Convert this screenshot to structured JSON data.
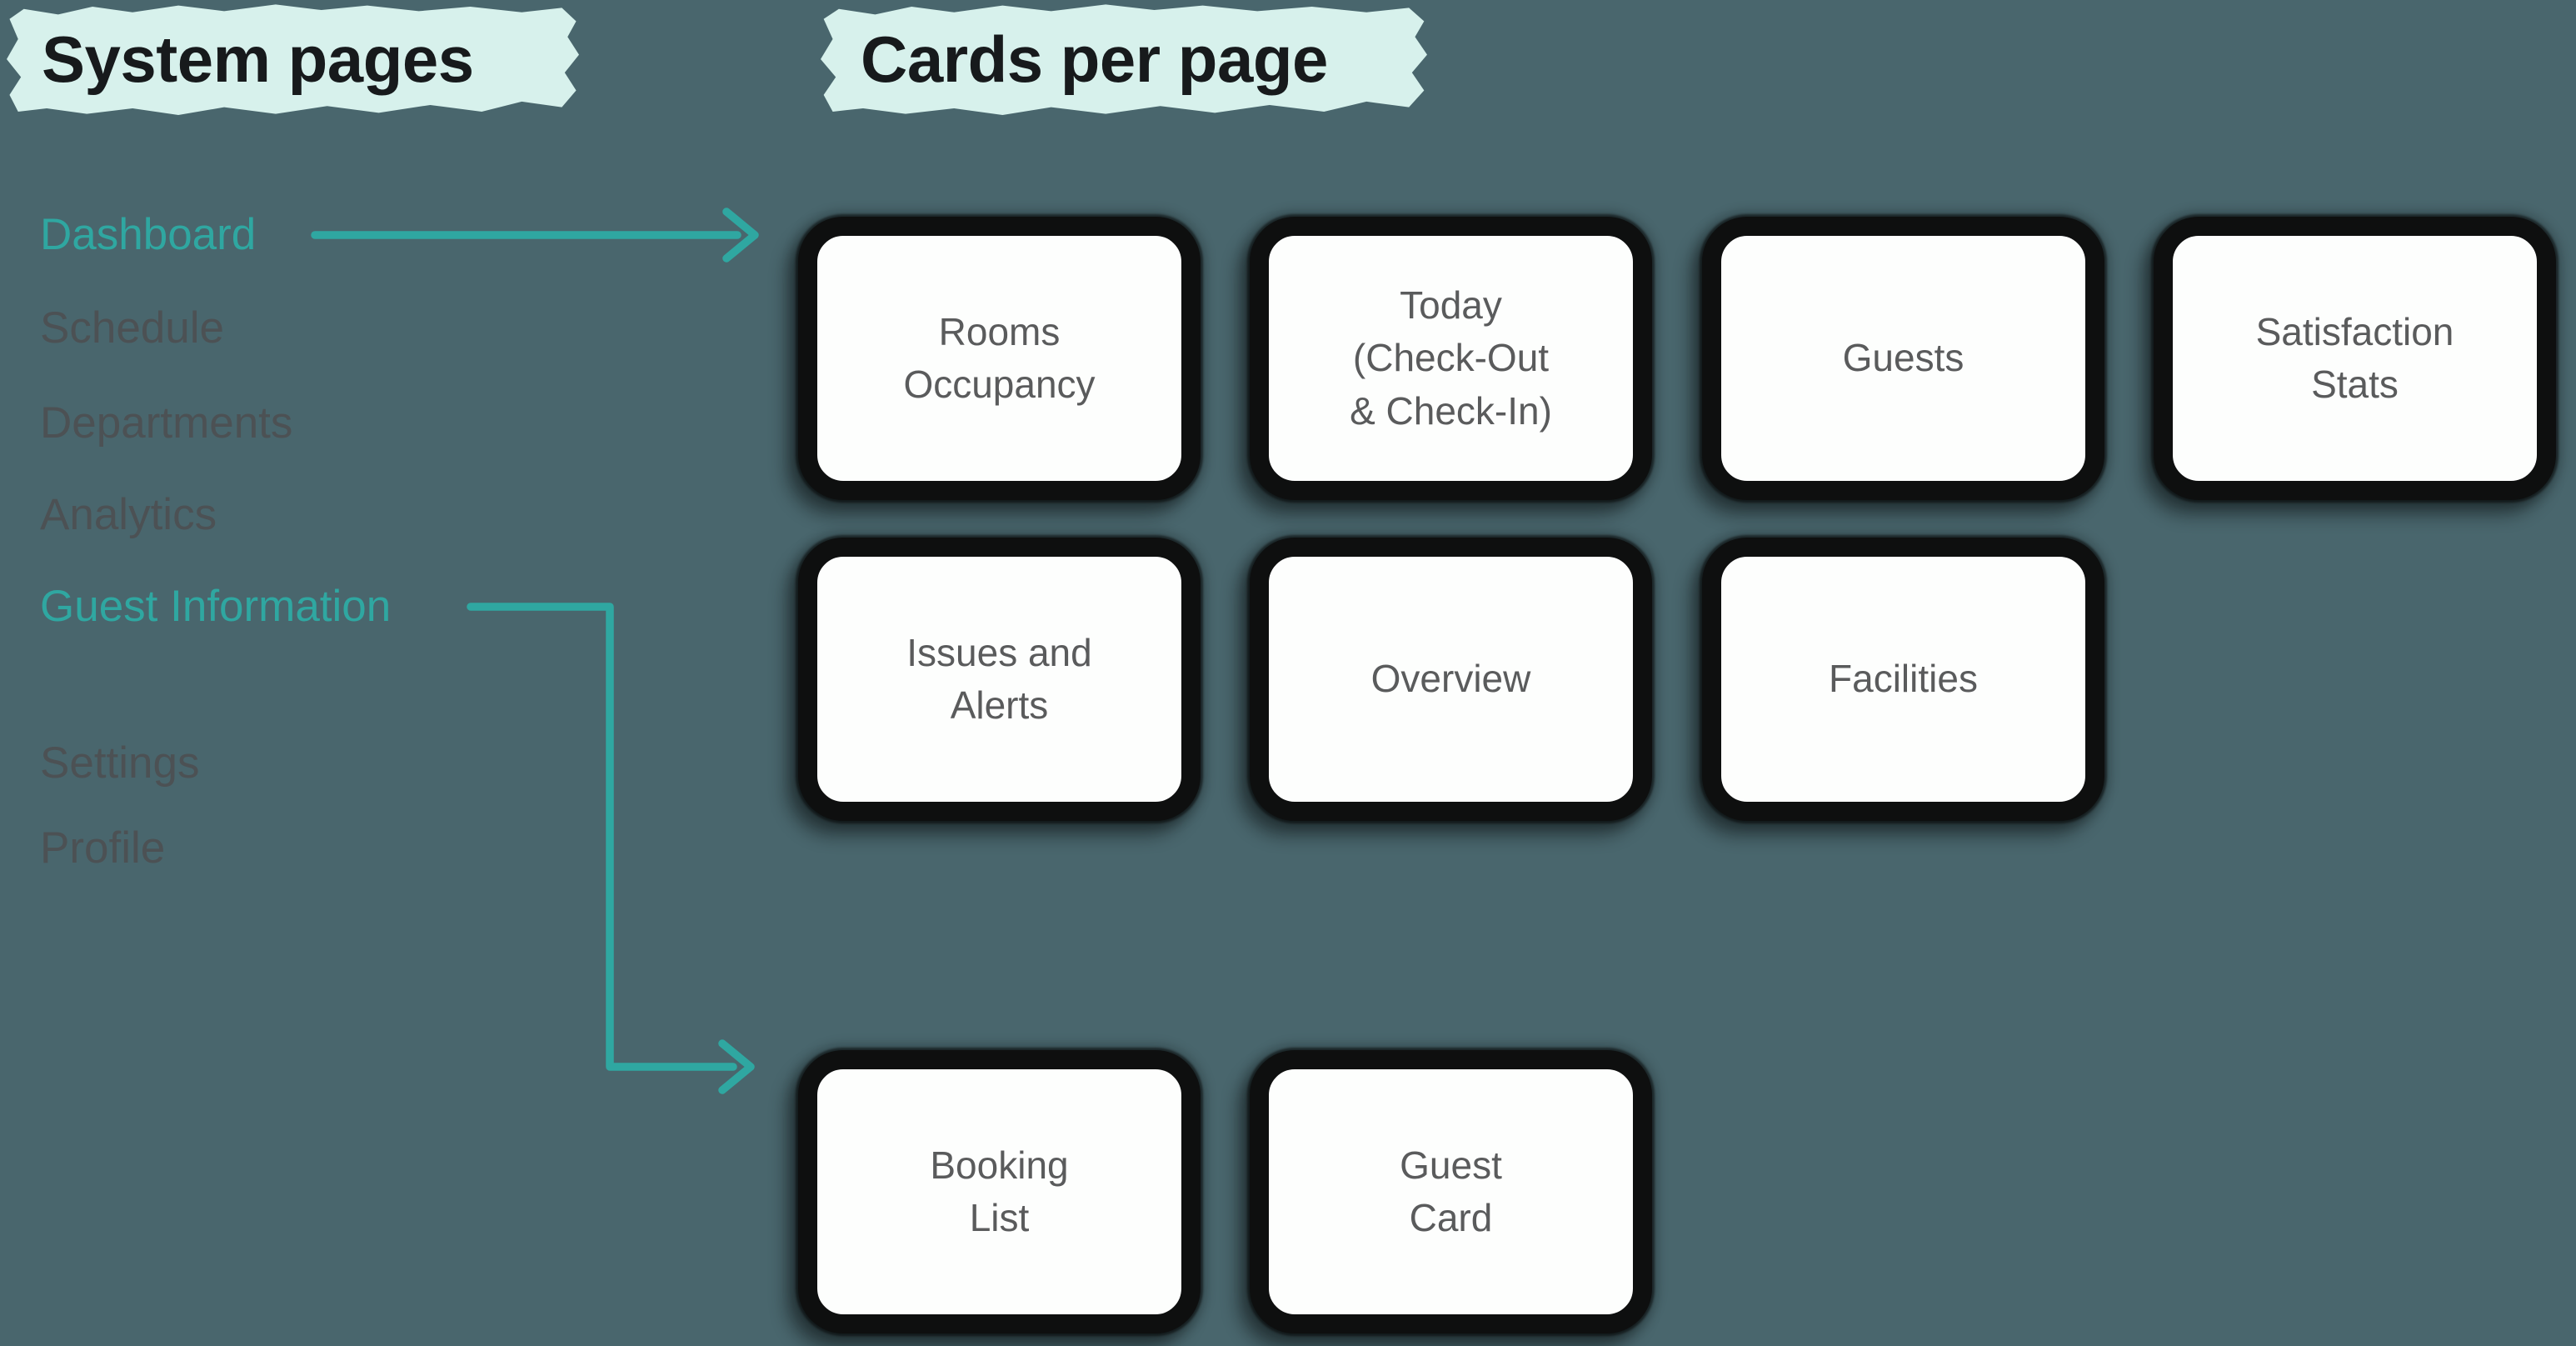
{
  "diagram": {
    "background_color": "#49666d",
    "accent_teal": "#2fa7a1",
    "highlight_mint": "#d7f1ec",
    "card_background": "#fdfefd",
    "card_border_color": "#0e0f0f",
    "card_text_color": "#5a5b5c",
    "inactive_text_color": "#4c5154",
    "heading_text_color": "#171a1c"
  },
  "left_panel": {
    "title": "System pages",
    "items": [
      {
        "label": "Dashboard",
        "state": "active"
      },
      {
        "label": "Schedule",
        "state": "inactive"
      },
      {
        "label": "Departments",
        "state": "inactive"
      },
      {
        "label": "Analytics",
        "state": "inactive"
      },
      {
        "label": "Guest Information",
        "state": "active"
      },
      {
        "label": "Settings",
        "state": "inactive"
      },
      {
        "label": "Profile",
        "state": "inactive"
      }
    ]
  },
  "right_panel": {
    "title": "Cards per page",
    "cards": [
      {
        "title": "Rooms\nOccupancy",
        "page": "Dashboard"
      },
      {
        "title": "Today\n(Check-Out\n& Check-In)",
        "page": "Dashboard"
      },
      {
        "title": "Guests",
        "page": "Dashboard"
      },
      {
        "title": "Satisfaction\nStats",
        "page": "Dashboard"
      },
      {
        "title": "Issues and\nAlerts",
        "page": "Dashboard"
      },
      {
        "title": "Overview",
        "page": "Dashboard"
      },
      {
        "title": "Facilities",
        "page": "Dashboard"
      },
      {
        "title": "Booking\nList",
        "page": "Guest Information"
      },
      {
        "title": "Guest\nCard",
        "page": "Guest Information"
      }
    ]
  },
  "connections": [
    {
      "from": "Dashboard",
      "to": "Dashboard cards group"
    },
    {
      "from": "Guest Information",
      "to": "Guest Information cards group"
    }
  ]
}
